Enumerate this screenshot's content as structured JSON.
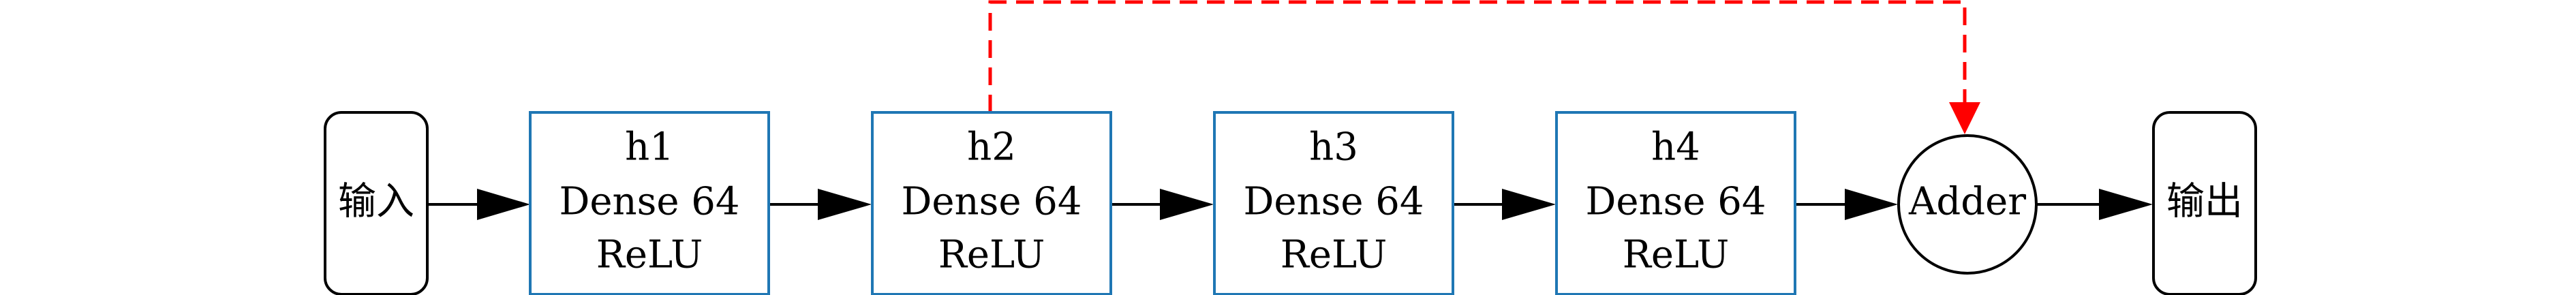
{
  "diagram": {
    "colors": {
      "layer_border": "#1f77b4",
      "terminal_border": "#000000",
      "arrow": "#000000",
      "skip_connection": "#ff0000",
      "text": "#000000"
    },
    "nodes": {
      "input": {
        "label": "输入"
      },
      "h1": {
        "name": "h1",
        "type": "Dense 64",
        "activation": "ReLU"
      },
      "h2": {
        "name": "h2",
        "type": "Dense 64",
        "activation": "ReLU"
      },
      "h3": {
        "name": "h3",
        "type": "Dense 64",
        "activation": "ReLU"
      },
      "h4": {
        "name": "h4",
        "type": "Dense 64",
        "activation": "ReLU"
      },
      "adder": {
        "label": "Adder"
      },
      "output": {
        "label": "输出"
      }
    },
    "edges": [
      {
        "from": "input",
        "to": "h1"
      },
      {
        "from": "h1",
        "to": "h2"
      },
      {
        "from": "h2",
        "to": "h3"
      },
      {
        "from": "h3",
        "to": "h4"
      },
      {
        "from": "h4",
        "to": "adder"
      },
      {
        "from": "adder",
        "to": "output"
      }
    ],
    "skip_connection": {
      "from": "h2",
      "to": "adder",
      "style": "dashed"
    }
  }
}
